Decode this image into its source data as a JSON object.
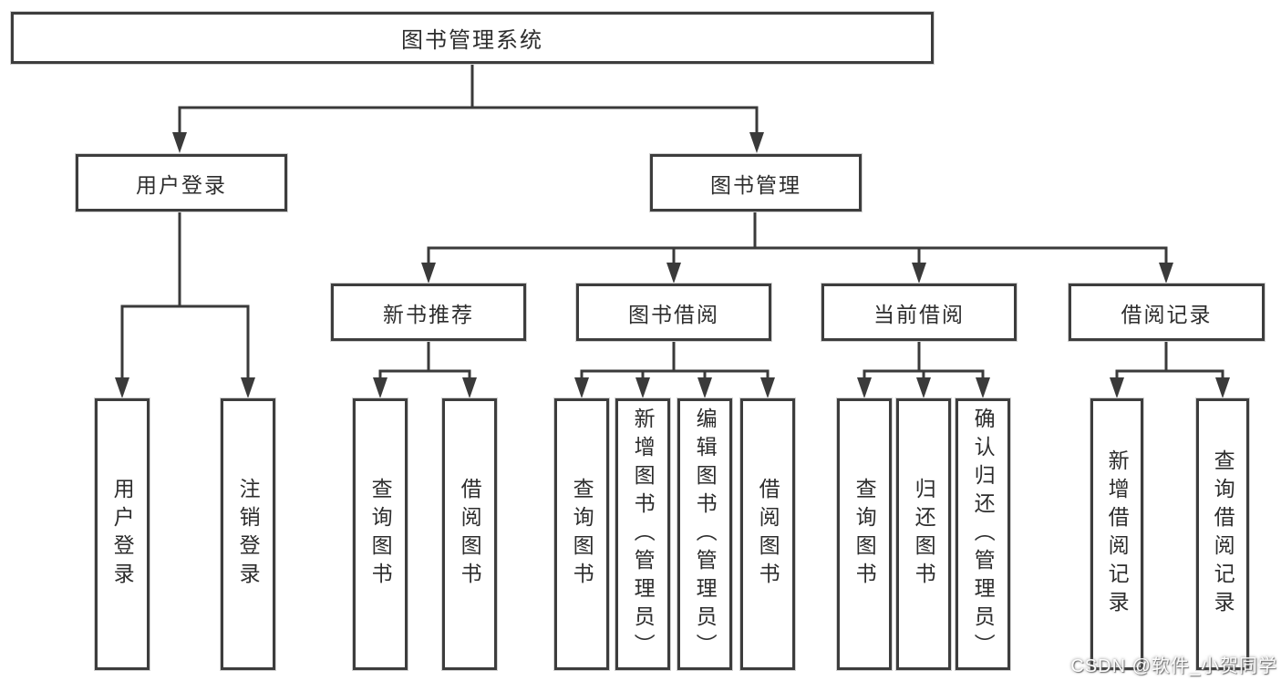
{
  "root": {
    "label": "图书管理系统"
  },
  "level2": [
    {
      "label": "用户登录"
    },
    {
      "label": "图书管理"
    }
  ],
  "level3": [
    {
      "label": "新书推荐"
    },
    {
      "label": "图书借阅"
    },
    {
      "label": "当前借阅"
    },
    {
      "label": "借阅记录"
    }
  ],
  "leaves": {
    "user_login": [
      {
        "label": "用户登录"
      },
      {
        "label": "注销登录"
      }
    ],
    "new_books": [
      {
        "label": "查询图书"
      },
      {
        "label": "借阅图书"
      }
    ],
    "book_borrow": [
      {
        "label": "查询图书"
      },
      {
        "label": "新增图书（管理员）"
      },
      {
        "label": "编辑图书（管理员）"
      },
      {
        "label": "借阅图书"
      }
    ],
    "current_borrow": [
      {
        "label": "查询图书"
      },
      {
        "label": "归还图书"
      },
      {
        "label": "确认归还（管理员）"
      }
    ],
    "borrow_records": [
      {
        "label": "新增借阅记录"
      },
      {
        "label": "查询借阅记录"
      }
    ]
  },
  "watermark": {
    "text": "CSDN @软件_小贺同学"
  },
  "colors": {
    "line": "#3a3a3a",
    "border": "#3d3d3d",
    "text": "#2d2d2d",
    "background": "#ffffff"
  }
}
